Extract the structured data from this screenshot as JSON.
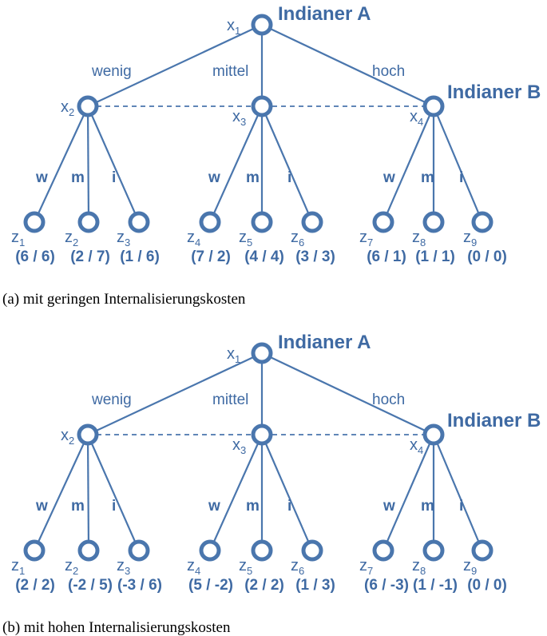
{
  "panels": [
    {
      "player_a": "Indianer A",
      "player_b": "Indianer B",
      "moves": [
        "wenig",
        "mittel",
        "hoch"
      ],
      "submoves": [
        "w",
        "m",
        "i"
      ],
      "decision_nodes": [
        {
          "name": "x",
          "sub": "1"
        },
        {
          "name": "x",
          "sub": "2"
        },
        {
          "name": "x",
          "sub": "3"
        },
        {
          "name": "x",
          "sub": "4"
        }
      ],
      "leaves": [
        {
          "name": "z",
          "sub": "1",
          "payoff": "(6 / 6)"
        },
        {
          "name": "z",
          "sub": "2",
          "payoff": "(2 / 7)"
        },
        {
          "name": "z",
          "sub": "3",
          "payoff": "(1 / 6)"
        },
        {
          "name": "z",
          "sub": "4",
          "payoff": "(7 / 2)"
        },
        {
          "name": "z",
          "sub": "5",
          "payoff": "(4 / 4)"
        },
        {
          "name": "z",
          "sub": "6",
          "payoff": "(3 / 3)"
        },
        {
          "name": "z",
          "sub": "7",
          "payoff": "(6 / 1)"
        },
        {
          "name": "z",
          "sub": "8",
          "payoff": "(1 / 1)"
        },
        {
          "name": "z",
          "sub": "9",
          "payoff": "(0 / 0)"
        }
      ],
      "caption": "(a) mit geringen Internalisierungskosten"
    },
    {
      "player_a": "Indianer A",
      "player_b": "Indianer B",
      "moves": [
        "wenig",
        "mittel",
        "hoch"
      ],
      "submoves": [
        "w",
        "m",
        "i"
      ],
      "decision_nodes": [
        {
          "name": "x",
          "sub": "1"
        },
        {
          "name": "x",
          "sub": "2"
        },
        {
          "name": "x",
          "sub": "3"
        },
        {
          "name": "x",
          "sub": "4"
        }
      ],
      "leaves": [
        {
          "name": "z",
          "sub": "1",
          "payoff": "(2 / 2)"
        },
        {
          "name": "z",
          "sub": "2",
          "payoff": "(-2 / 5)"
        },
        {
          "name": "z",
          "sub": "3",
          "payoff": "(-3 / 6)"
        },
        {
          "name": "z",
          "sub": "4",
          "payoff": "(5 / -2)"
        },
        {
          "name": "z",
          "sub": "5",
          "payoff": "(2 / 2)"
        },
        {
          "name": "z",
          "sub": "6",
          "payoff": "(1 / 3)"
        },
        {
          "name": "z",
          "sub": "7",
          "payoff": "(6 / -3)"
        },
        {
          "name": "z",
          "sub": "8",
          "payoff": "(1 / -1)"
        },
        {
          "name": "z",
          "sub": "9",
          "payoff": "(0 / 0)"
        }
      ],
      "caption": "(b) mit hohen Internalisierungskosten"
    }
  ]
}
